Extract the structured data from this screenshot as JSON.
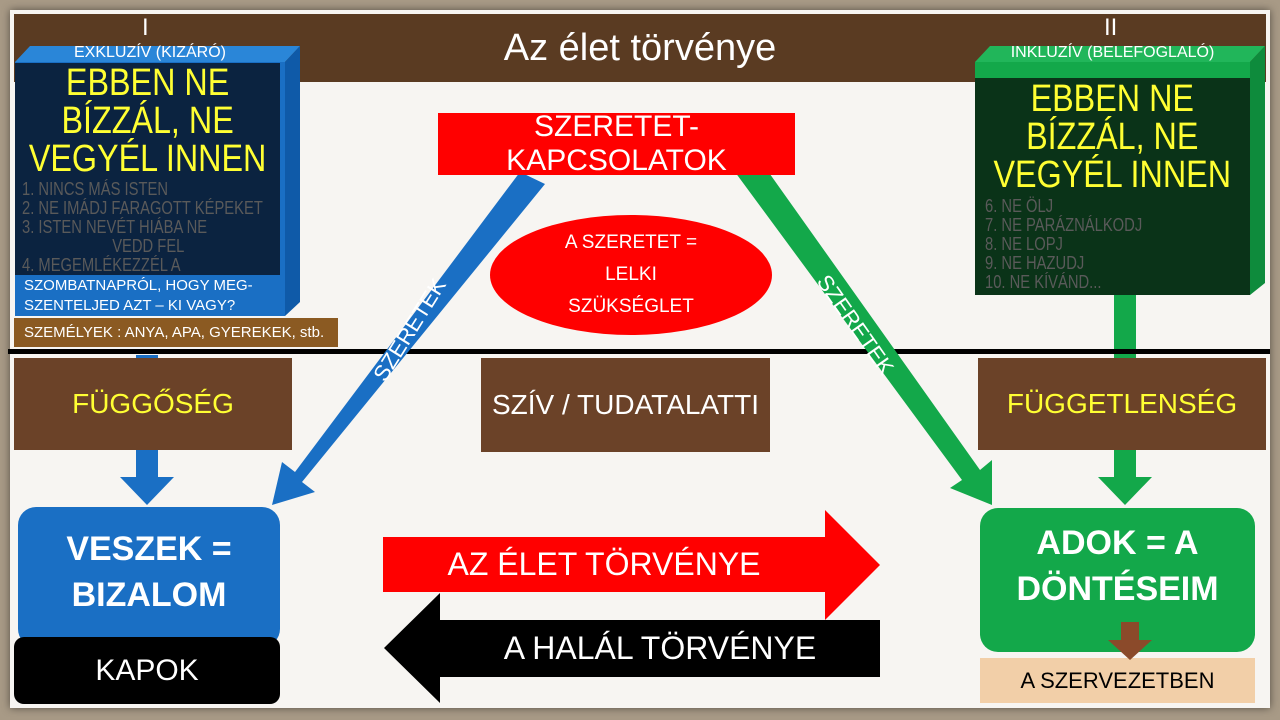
{
  "title": "Az élet törvénye",
  "left": {
    "numeral": "I",
    "header": "EXKLUZÍV (KIZÁRÓ)",
    "faded_lines": [
      "1. NINCS MÁS ISTEN",
      "2. NE IMÁDJ FARAGOTT KÉPEKET",
      "3. ISTEN NEVÉT HIÁBA NE",
      "VEDD FEL",
      "4. MEGEMLÉKEZZÉL A"
    ],
    "overlay": "EBBEN NE BÍZZÁL, NE VEGYÉL INNEN",
    "footer_lines": [
      "SZOMBATNAPRÓL, HOGY  MEG-",
      "SZENTELJED AZT – KI VAGY?"
    ],
    "persons": "SZEMÉLYEK : ANYA, APA, GYEREKEK, stb.",
    "state": "FÜGGŐSÉG",
    "result": "VESZEK = BIZALOM",
    "result_sub": "KAPOK"
  },
  "right": {
    "numeral": "II",
    "header": "INKLUZÍV (BELEFOGLALÓ)",
    "faded_lines": [
      "6. NE ÖLJ",
      "7. NE PARÁZNÁLKODJ",
      "8. NE LOPJ",
      "9. NE HAZUDJ",
      "10. NE KÍVÁND..."
    ],
    "overlay": "EBBEN NE BÍZZÁL, NE VEGYÉL INNEN",
    "state": "FÜGGETLENSÉG",
    "result": "ADOK = A DÖNTÉSEIM",
    "result_sub": "A SZERVEZETBEN"
  },
  "center": {
    "top": "SZERETET-KAPCSOLATOK",
    "ellipse": "A  SZERETET = LELKI SZÜKSÉGLET",
    "heart": "SZÍV / TUDATALATTI",
    "arrow_left_label": "SZERETEK",
    "arrow_right_label": "SZERETEK",
    "life_law": "AZ ÉLET TÖRVÉNYE",
    "death_law": "A HALÁL TÖRVÉNYE"
  },
  "colors": {
    "brown": "#5a3b22",
    "blue": "#1a6fc4",
    "green": "#13a84a",
    "red": "#ff0000"
  }
}
